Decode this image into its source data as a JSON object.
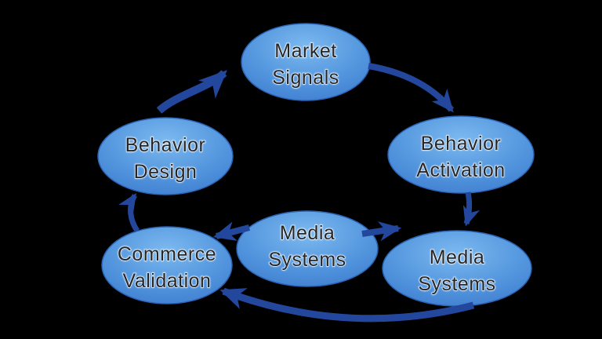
{
  "background_color": "#000000",
  "diagram": {
    "type": "cycle",
    "nodes": [
      {
        "id": "market-signals",
        "line1": "Market",
        "line2": "Signals"
      },
      {
        "id": "behavior-activation",
        "line1": "Behavior",
        "line2": "Activation"
      },
      {
        "id": "media-systems-right",
        "line1": "Media",
        "line2": "Systems"
      },
      {
        "id": "media-systems-center",
        "line1": "Media",
        "line2": "Systems"
      },
      {
        "id": "commerce-validation",
        "line1": "Commerce",
        "line2": "Validation"
      },
      {
        "id": "behavior-design",
        "line1": "Behavior",
        "line2": "Design"
      }
    ],
    "edges": [
      {
        "from": "market-signals",
        "to": "behavior-activation"
      },
      {
        "from": "behavior-activation",
        "to": "media-systems-right"
      },
      {
        "from": "media-systems-right",
        "to": "commerce-validation"
      },
      {
        "from": "media-systems-center",
        "to": "commerce-validation"
      },
      {
        "from": "media-systems-center",
        "to": "media-systems-right"
      },
      {
        "from": "commerce-validation",
        "to": "behavior-design"
      },
      {
        "from": "behavior-design",
        "to": "market-signals"
      }
    ],
    "colors": {
      "node_fill_top": "#7cb9f0",
      "node_fill_mid": "#5295dd",
      "node_fill_bottom": "#3a77cc",
      "node_outline": "#2b64b6",
      "arrow": "#24479e",
      "label_text": "#262626",
      "background": "#000000"
    }
  }
}
